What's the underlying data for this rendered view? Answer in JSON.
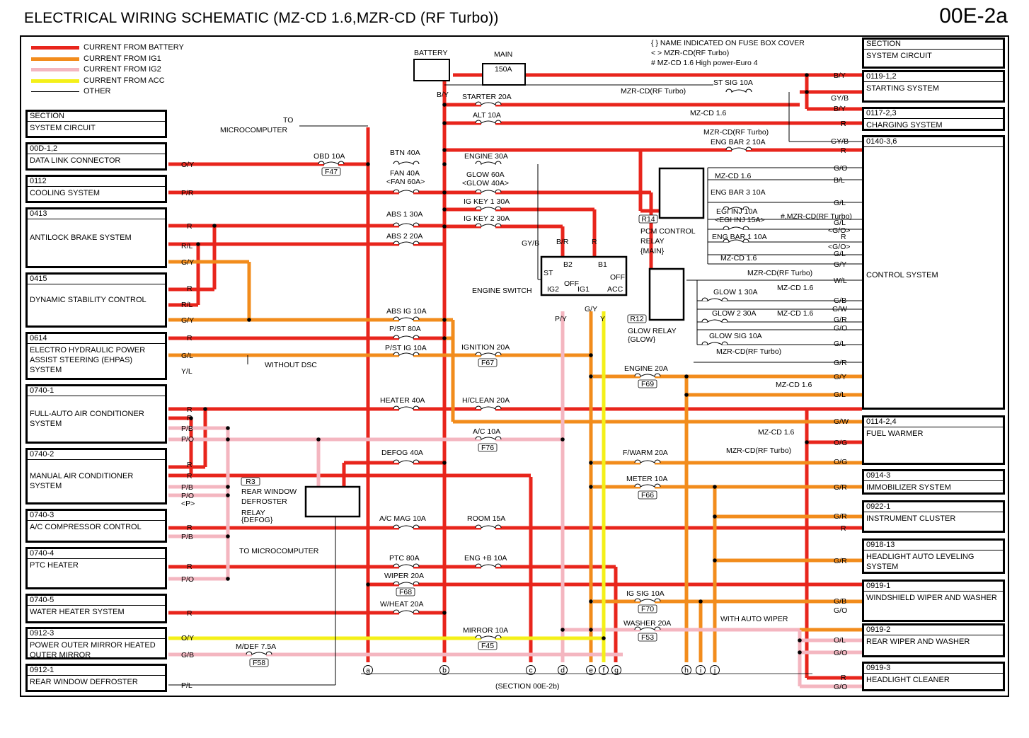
{
  "header": {
    "title": "ELECTRICAL WIRING SCHEMATIC (MZ-CD 1.6,MZR-CD (RF Turbo))",
    "code": "00E-2a"
  },
  "legend": [
    {
      "label": "CURRENT FROM BATTERY",
      "color": "#e8251c"
    },
    {
      "label": "CURRENT FROM IG1",
      "color": "#f28c1c"
    },
    {
      "label": "CURRENT FROM IG2",
      "color": "#f4b6c0"
    },
    {
      "label": "CURRENT FROM ACC",
      "color": "#f4f018"
    },
    {
      "label": "OTHER",
      "color": "#000000"
    }
  ],
  "notes": [
    "{ } NAME INDICATED ON FUSE BOX COVER",
    "< > MZR-CD(RF Turbo)",
    "# MZ-CD 1.6 High power-Euro 4"
  ],
  "colors": {
    "battery": "#e8251c",
    "ig1": "#f28c1c",
    "ig2": "#f4b6c0",
    "acc": "#f4f018",
    "other": "#000000"
  },
  "left_systems": [
    {
      "section": "SECTION",
      "name": "SYSTEM CIRCUIT"
    },
    {
      "section": "00D-1,2",
      "name": "DATA LINK CONNECTOR"
    },
    {
      "section": "0112",
      "name": "COOLING SYSTEM"
    },
    {
      "section": "0413",
      "name": "ANTILOCK BRAKE SYSTEM"
    },
    {
      "section": "0415",
      "name": "DYNAMIC STABILITY CONTROL"
    },
    {
      "section": "0614",
      "name": "ELECTRO HYDRAULIC POWER ASSIST STEERING (EHPAS) SYSTEM"
    },
    {
      "section": "0740-1",
      "name": "FULL-AUTO AIR CONDITIONER SYSTEM"
    },
    {
      "section": "0740-2",
      "name": "MANUAL AIR CONDITIONER SYSTEM"
    },
    {
      "section": "0740-3",
      "name": "A/C COMPRESSOR CONTROL"
    },
    {
      "section": "0740-4",
      "name": "PTC HEATER"
    },
    {
      "section": "0740-5",
      "name": "WATER HEATER SYSTEM"
    },
    {
      "section": "0912-3",
      "name": "POWER OUTER MIRROR HEATED OUTER MIRROR"
    },
    {
      "section": "0912-1",
      "name": "REAR WINDOW DEFROSTER"
    }
  ],
  "right_systems": [
    {
      "section": "SECTION",
      "name": "SYSTEM CIRCUIT"
    },
    {
      "section": "0119-1,2",
      "name": "STARTING SYSTEM"
    },
    {
      "section": "0117-2,3",
      "name": "CHARGING SYSTEM"
    },
    {
      "section": "0140-3,6",
      "name": "CONTROL SYSTEM"
    },
    {
      "section": "0114-2,4",
      "name": "FUEL WARMER"
    },
    {
      "section": "0914-3",
      "name": "IMMOBILIZER SYSTEM"
    },
    {
      "section": "0922-1",
      "name": "INSTRUMENT CLUSTER"
    },
    {
      "section": "0918-13",
      "name": "HEADLIGHT AUTO LEVELING SYSTEM"
    },
    {
      "section": "0919-1",
      "name": "WINDSHIELD WIPER AND WASHER"
    },
    {
      "section": "0919-2",
      "name": "REAR WIPER AND WASHER"
    },
    {
      "section": "0919-3",
      "name": "HEADLIGHT CLEANER"
    }
  ],
  "labels": {
    "battery": "BATTERY",
    "main": "MAIN",
    "main_rating": "150A",
    "battery_wire": "B/Y",
    "starter": "STARTER 20A",
    "alt": "ALT 10A",
    "to": "TO",
    "microcomputer": "MICROCOMPUTER",
    "obd": "OBD 10A",
    "f47": "F47",
    "btn": "BTN 40A",
    "engine30": "ENGINE 30A",
    "fan": "FAN 40A",
    "fan_alt": "<FAN 60A>",
    "glow60": "GLOW 60A",
    "glow40": "<GLOW 40A>",
    "igkey1": "IG KEY 1 30A",
    "igkey2": "IG KEY 2 30A",
    "abs1": "ABS 1 30A",
    "abs2": "ABS 2 20A",
    "absig": "ABS IG 10A",
    "pst80": "P/ST 80A",
    "pstig": "P/ST IG 10A",
    "ignition": "IGNITION 20A",
    "f67": "F67",
    "without_dsc": "WITHOUT DSC",
    "heater": "HEATER 40A",
    "hclean": "H/CLEAN 20A",
    "ac10": "A/C 10A",
    "f76": "F76",
    "defog": "DEFOG 40A",
    "fwarm": "F/WARM 20A",
    "meter": "METER 10A",
    "f66": "F66",
    "r3": "R3",
    "rear_relay": "REAR WINDOW",
    "defroster": "DEFROSTER",
    "relay": "RELAY",
    "defog_relay": "{DEFOG}",
    "to_micro": "TO MICROCOMPUTER",
    "acmag": "A/C MAG 10A",
    "room": "ROOM 15A",
    "ptc": "PTC 80A",
    "engb": "ENG +B 10A",
    "wiper": "WIPER 20A",
    "f68": "F68",
    "wheat": "W/HEAT 20A",
    "igsig": "IG SIG 10A",
    "f70": "F70",
    "washer": "WASHER 20A",
    "f53": "F53",
    "with_auto_wiper": "WITH AUTO WIPER",
    "mirror": "MIRROR 10A",
    "f45": "F45",
    "mdef": "M/DEF 7.5A",
    "f58": "F58",
    "engine_switch": "ENGINE SWITCH",
    "engine20": "ENGINE 20A",
    "f69": "F69",
    "stsig": "ST SIG 10A",
    "mzr_rf": "MZR-CD(RF Turbo)",
    "mzcd16": "MZ-CD 1.6",
    "engbar2": "ENG BAR 2 10A",
    "engbar3": "ENG BAR 3 10A",
    "egiinj": "EGI INJ 10A",
    "egiinj15": "<EGI INJ 15A>",
    "engbar1": "ENG BAR 1 10A",
    "pound_mzr": "#,MZR-CD(RF Turbo)",
    "r14": "R14",
    "pcm": "PCM CONTROL",
    "pcm_relay": "RELAY",
    "pcm_main": "{MAIN}",
    "glow1": "GLOW 1 30A",
    "glow2": "GLOW 2 30A",
    "glowsig": "GLOW SIG 10A",
    "r12": "R12",
    "glow_relay": "GLOW RELAY",
    "glow_name": "{GLOW}",
    "section_2b": "(SECTION 00E-2b)"
  },
  "connectors": [
    "a",
    "b",
    "c",
    "d",
    "e",
    "f",
    "g",
    "h",
    "i",
    "j"
  ],
  "wire_codes_left": [
    "O/Y",
    "P/R",
    "R",
    "R/L",
    "G/Y",
    "R",
    "R/L",
    "G/Y",
    "R",
    "G/L",
    "Y/L",
    "R",
    "R",
    "P/B",
    "P/O",
    "R",
    "R",
    "P/B",
    "P/O",
    "<P>",
    "R",
    "P/B",
    "R",
    "P/O",
    "R",
    "O/Y",
    "G/B",
    "P/L"
  ],
  "wire_codes_right": [
    "B/Y",
    "R",
    "GY/B",
    "B/Y",
    "R",
    "GY/B",
    "R",
    "G/O",
    "B/L",
    "G/L",
    "G/L",
    "<G/O>",
    "R",
    "<G/O>",
    "G/L",
    "G/Y",
    "W/L",
    "G/B",
    "G/W",
    "G/R",
    "G/O",
    "G/L",
    "G/R",
    "G/Y",
    "G/L",
    "G/W",
    "O/G",
    "O/G",
    "G/R",
    "G/R",
    "R",
    "G/R",
    "G/B",
    "G/O",
    "O/L",
    "G/O",
    "R",
    "G/O"
  ],
  "switch_labels": [
    "GY/B",
    "B/R",
    "R",
    "ST",
    "B2",
    "B1",
    "OFF",
    "OFF",
    "IG2",
    "IG1",
    "ACC",
    "G/Y",
    "P/Y",
    "Y"
  ]
}
